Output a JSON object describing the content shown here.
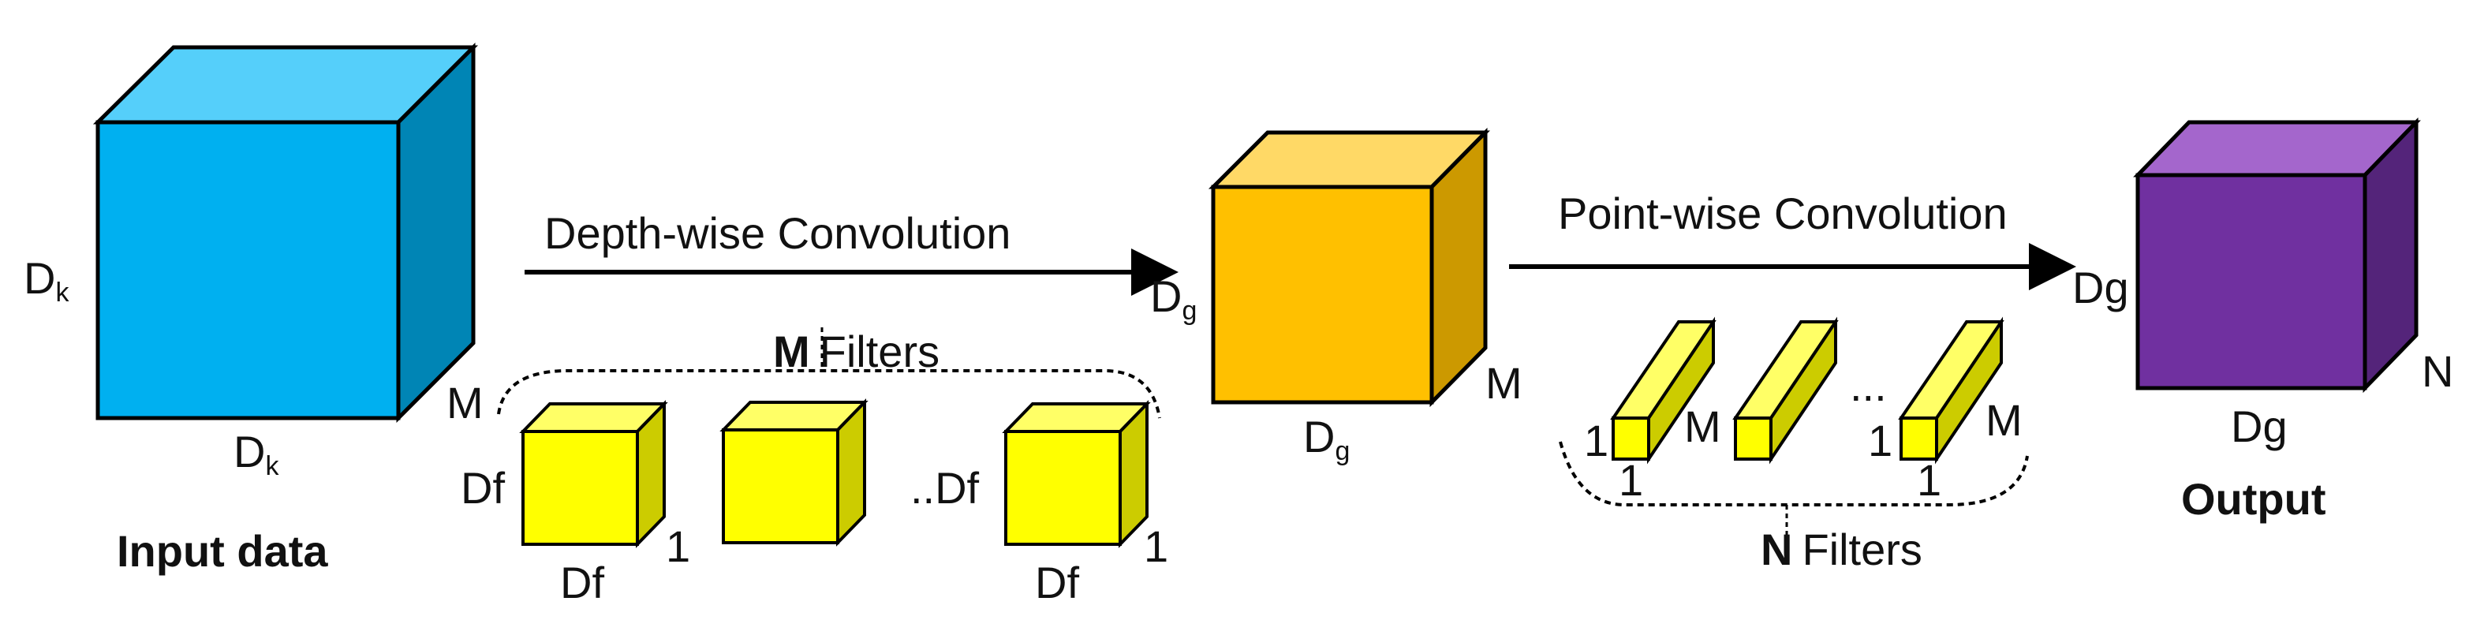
{
  "colors": {
    "input_front": "#00b0f0",
    "input_top": "#55cffa",
    "input_side": "#0085b5",
    "mid_front": "#ffc000",
    "mid_top": "#ffd966",
    "mid_side": "#cc9900",
    "out_front": "#7030a0",
    "out_top": "#a466cc",
    "out_side": "#54247a",
    "filter_front": "#ffff00",
    "filter_top": "#ffff66",
    "filter_side": "#cccc00",
    "stroke": "#000000"
  },
  "input": {
    "title": "Input data",
    "height_label_main": "D",
    "height_label_sub": "k",
    "width_label_main": "D",
    "width_label_sub": "k",
    "depth_label": "M"
  },
  "depthwise": {
    "arrow_label": "Depth-wise Convolution",
    "filters_count": "M",
    "filters_label": "Filters",
    "filter1": {
      "height_label": "Df",
      "width_label": "Df",
      "depth_label": "1"
    },
    "filter3": {
      "height_label": "..Df",
      "width_label": "Df",
      "depth_label": "1"
    }
  },
  "intermediate": {
    "height_label_main": "D",
    "height_label_sub": "g",
    "width_label_main": "D",
    "width_label_sub": "g",
    "depth_label": "M"
  },
  "pointwise": {
    "arrow_label": "Point-wise Convolution",
    "filters_count": "N",
    "filters_label": "Filters",
    "ellipsis": "...",
    "filter1": {
      "height_label": "1",
      "width_label": "1",
      "depth_label": "M"
    },
    "filter3": {
      "height_label": "1",
      "width_label": "1",
      "depth_label": "M"
    }
  },
  "output": {
    "title": "Output",
    "height_label": "Dg",
    "width_label": "Dg",
    "depth_label": "N"
  }
}
